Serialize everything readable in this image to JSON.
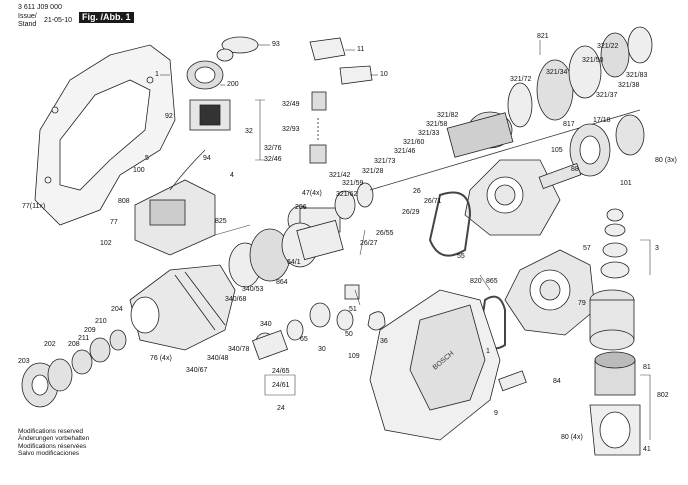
{
  "header": {
    "doc_number": "3 611 J09 000",
    "issue_label": "Issue/",
    "stand_label": "Stand",
    "issue_date": "21-05-10",
    "fig_label": "Fig. /Abb. 1"
  },
  "footer": {
    "lines": [
      "Modifications reserved",
      "Änderungen vorbehalten",
      "Modifications réservées",
      "Salvo modificaciones"
    ]
  },
  "part_labels": [
    "93",
    "11",
    "10",
    "1",
    "200",
    "92",
    "94",
    "5",
    "100",
    "4",
    "808",
    "77",
    "77(11x)",
    "102",
    "825",
    "32/49",
    "32",
    "32/93",
    "32/76",
    "32/46",
    "821",
    "321/22",
    "321/50",
    "321/34",
    "321/72",
    "321/37",
    "321/83",
    "321/38",
    "321/82",
    "321/58",
    "321/33",
    "321/60",
    "321/46",
    "321/73",
    "321/28",
    "321/59",
    "321/62",
    "321/42",
    "817",
    "17/18",
    "105",
    "88",
    "101",
    "80 (3x)",
    "47(4x)",
    "206",
    "26",
    "26/71",
    "26/29",
    "26/55",
    "26/27",
    "57",
    "55",
    "3",
    "64/1",
    "864",
    "340/53",
    "340/68",
    "340",
    "340/78",
    "340/48",
    "340/67",
    "76 (4x)",
    "204",
    "210",
    "203",
    "202",
    "208",
    "209",
    "211",
    "820",
    "865",
    "51",
    "50",
    "65",
    "30",
    "36",
    "109",
    "1",
    "79",
    "84",
    "9",
    "24/65",
    "24/61",
    "24",
    "81",
    "802",
    "80 (4x)",
    "41"
  ]
}
